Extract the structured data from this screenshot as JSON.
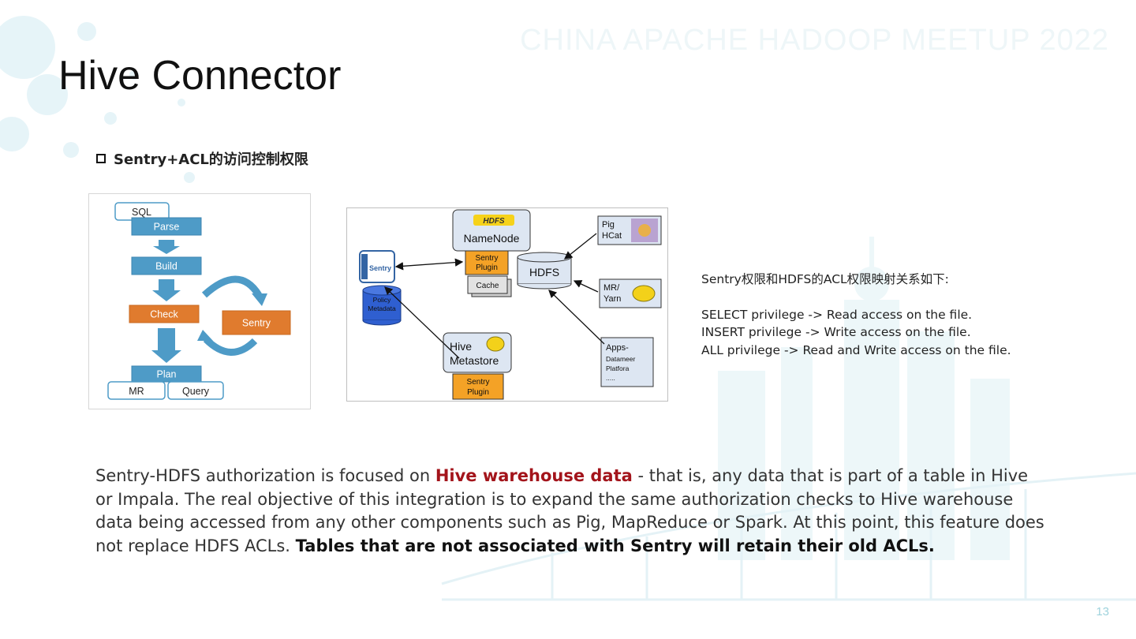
{
  "slide": {
    "watermark": "CHINA APACHE HADOOP MEETUP 2022",
    "title": "Hive Connector",
    "subtitle": "Sentry+ACL的访问控制权限",
    "page_number": "13"
  },
  "flow_diagram": {
    "sql": "SQL",
    "parse": "Parse",
    "build": "Build",
    "check": "Check",
    "sentry": "Sentry",
    "plan": "Plan",
    "mr": "MR",
    "query": "Query"
  },
  "arch_diagram": {
    "hdfs_logo": "HDFS",
    "namenode": "NameNode",
    "sentry_plugin_line1": "Sentry",
    "sentry_plugin_line2": "Plugin",
    "cache": "Cache",
    "hdfs": "HDFS",
    "sentry_logo": "Sentry",
    "policy_line1": "Policy",
    "policy_line2": "Metadata",
    "pig_line1": "Pig",
    "pig_line2": "HCat",
    "mr_line1": "MR/",
    "mr_line2": "Yarn",
    "hive_line1": "Hive",
    "hive_line2": "Metastore",
    "apps_line1": "Apps-",
    "apps_line2": "Datameer",
    "apps_line3": "Platfora",
    "apps_line4": "....."
  },
  "mapping": {
    "heading": "Sentry权限和HDFS的ACL权限映射关系如下:",
    "lines": [
      "SELECT privilege -> Read access on the file.",
      "INSERT privilege -> Write access on the file.",
      "ALL privilege -> Read and Write access on the file."
    ]
  },
  "paragraph": {
    "part1": "Sentry-HDFS authorization is focused on ",
    "highlight": "Hive warehouse data",
    "part2": " - that is, any data that is part of a table in Hive or Impala. The real objective of this integration is to expand the same authorization checks to Hive warehouse data being accessed from any other components such as Pig, MapReduce or Spark. At this point, this feature does not replace HDFS ACLs. ",
    "bold": "Tables that are not associated with Sentry will retain their old ACLs."
  },
  "colors": {
    "blue_box": "#4e9bc7",
    "orange_box": "#e07b2e",
    "highlight_red": "#a3141b",
    "decor_cyan": "#dff1f5"
  }
}
